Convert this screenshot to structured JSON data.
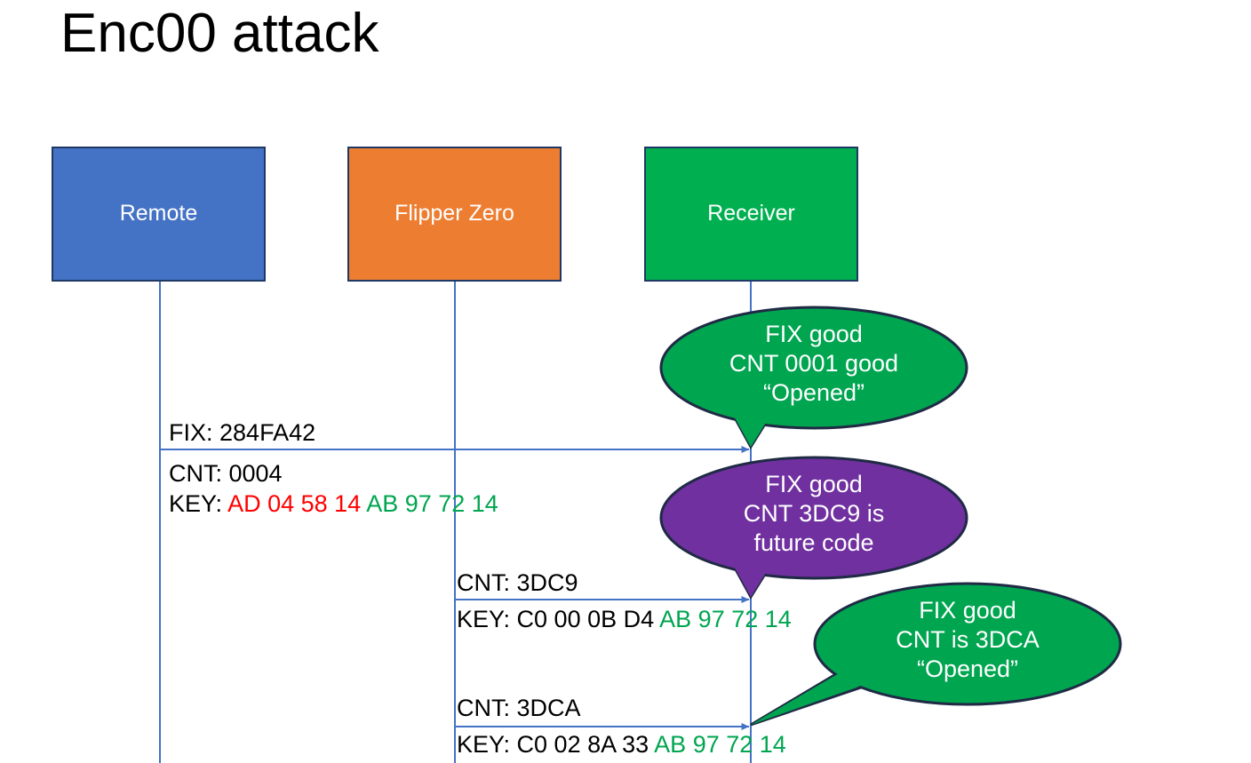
{
  "slide": {
    "title": "Enc00 attack",
    "background": "#FFFFFF"
  },
  "colors": {
    "remote_fill": "#4472C4",
    "flipper_fill": "#ED7D31",
    "receiver_fill": "#00B050",
    "box_stroke": "#1F3864",
    "lifeline": "#4472C4",
    "arrow": "#4472C4",
    "bubble_green": "#00A550",
    "bubble_purple": "#7030A0",
    "bubble_stroke": "#1F2A44",
    "text_red": "#FF0000",
    "text_green": "#00A550",
    "text_black": "#000000",
    "text_white": "#FFFFFF"
  },
  "actors": [
    {
      "id": "remote",
      "label": "Remote",
      "fill": "#4472C4"
    },
    {
      "id": "flipper",
      "label": "Flipper Zero",
      "fill": "#ED7D31"
    },
    {
      "id": "receiver",
      "label": "Receiver",
      "fill": "#00B050"
    }
  ],
  "messages": [
    {
      "id": "msg-fix",
      "from": "remote",
      "to": "receiver",
      "line1_label": "FIX: ",
      "line1_value": "284FA42"
    },
    {
      "id": "msg-cnt-0004",
      "label_cnt": "CNT: 0004",
      "label_key_prefix": "KEY: ",
      "key_red": "AD 04 58 14",
      "key_green": "AB 97 72 14"
    },
    {
      "id": "msg-cnt-3dc9",
      "from": "flipper",
      "to": "receiver",
      "label_cnt": "CNT: 3DC9",
      "label_key_prefix": "KEY: C0 00 0B D4 ",
      "key_green": "AB 97 72 14"
    },
    {
      "id": "msg-cnt-3dca",
      "from": "flipper",
      "to": "receiver",
      "label_cnt": "CNT: 3DCA",
      "label_key_prefix": "KEY: C0 02 8A 33 ",
      "key_green": "AB 97 72 14"
    }
  ],
  "bubbles": [
    {
      "id": "bubble-1",
      "fill": "#00A550",
      "text": "FIX good\nCNT 0001 good\n“Opened”"
    },
    {
      "id": "bubble-2",
      "fill": "#7030A0",
      "text": "FIX good\nCNT 3DC9 is\nfuture code"
    },
    {
      "id": "bubble-3",
      "fill": "#00A550",
      "text": "FIX good\nCNT is 3DCA\n“Opened”"
    }
  ]
}
